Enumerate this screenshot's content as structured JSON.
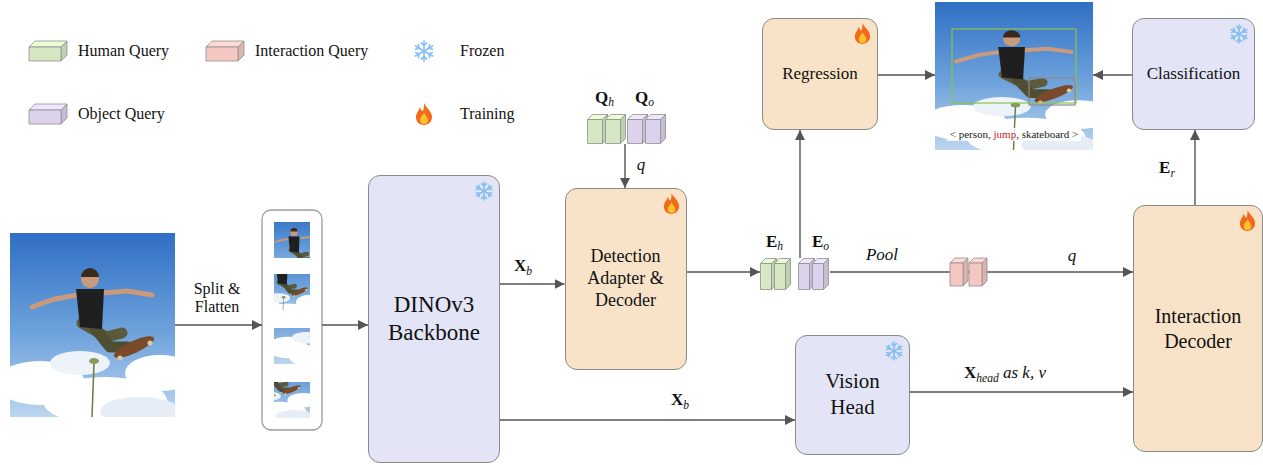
{
  "diagram": {
    "nodes": [
      {
        "text": [
          "Qh",
          "Qo"
        ]
      },
      {
        "text": [
          "DINOv3 Backbone"
        ]
      },
      {
        "text": [
          "Detection Adapter & Decoder"
        ]
      },
      {
        "text": [
          "Regression"
        ]
      },
      {
        "text": [
          "< person, jump, skateboard >"
        ]
      },
      {
        "text": [
          "Classification"
        ]
      },
      {
        "text": [
          "Eh",
          "Eo"
        ]
      },
      {
        "text": [
          "Vision Head"
        ]
      },
      {
        "text": [
          "Interaction Decoder"
        ]
      }
    ],
    "edges": [
      {
        "from": 0,
        "to": 2,
        "arrow": "to",
        "label": "q"
      },
      {
        "from": 1,
        "to": 2,
        "arrow": "to",
        "label": "Xb"
      },
      {
        "from": 2,
        "to": 6,
        "arrow": "to"
      },
      {
        "from": 6,
        "to": 3,
        "arrow": "to"
      },
      {
        "from": 6,
        "to": 8,
        "arrow": "to",
        "label": "q"
      },
      {
        "from": 1,
        "to": 7,
        "arrow": "to",
        "label": "Xb"
      },
      {
        "from": 7,
        "to": 8,
        "arrow": "to",
        "label": "Xhead as k, v"
      },
      {
        "from": 8,
        "to": 5,
        "arrow": "to",
        "label": "Er"
      },
      {
        "from": 3,
        "to": 4,
        "arrow": "to"
      },
      {
        "from": 5,
        "to": 4,
        "arrow": "to"
      }
    ],
    "labels": [
      "Split & Flatten",
      "Pool"
    ],
    "legend": [
      {
        "text": "Human Query",
        "color": "#d6e8c3"
      },
      {
        "text": "Interaction Query",
        "color": "#f4c7c3"
      },
      {
        "text": "Frozen"
      },
      {
        "text": "Object Query",
        "color": "#dcd2ec"
      },
      {
        "text": "Training"
      }
    ]
  }
}
